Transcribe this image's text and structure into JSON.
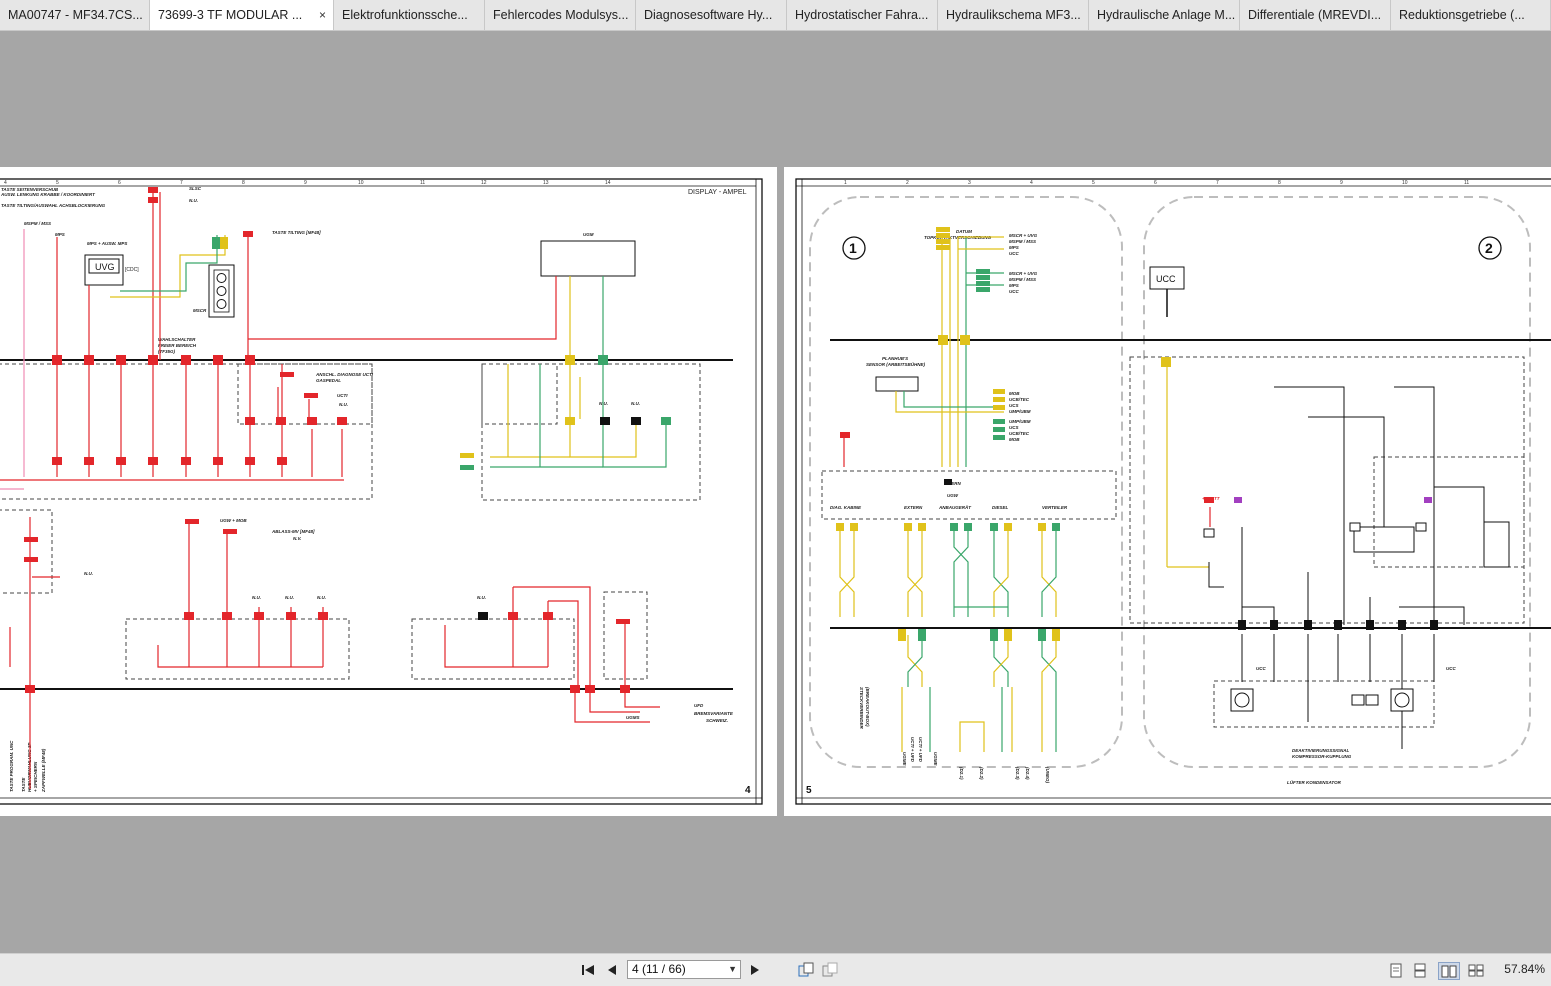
{
  "tabs": [
    {
      "label": "MA00747 - MF34.7CS...",
      "active": false
    },
    {
      "label": "73699-3 TF MODULAR ...",
      "active": true
    },
    {
      "label": "Elektrofunktionssche...",
      "active": false
    },
    {
      "label": "Fehlercodes Modulsys...",
      "active": false
    },
    {
      "label": "Diagnosesoftware Hy...",
      "active": false
    },
    {
      "label": "Hydrostatischer Fahra...",
      "active": false
    },
    {
      "label": "Hydraulikschema MF3...",
      "active": false
    },
    {
      "label": "Hydraulische Anlage M...",
      "active": false
    },
    {
      "label": "Differentiale (MREVDI...",
      "active": false
    },
    {
      "label": "Reduktionsgetriebe (...",
      "active": false
    }
  ],
  "close_glyph": "×",
  "left_page": {
    "header_title": "DISPLAY - AMPEL",
    "page_number": "4",
    "col_numbers": [
      "4",
      "5",
      "6",
      "7",
      "8",
      "9",
      "10",
      "11",
      "12",
      "13",
      "14"
    ],
    "labels": {
      "taste_seitenverschub": "TASTE SEITENVERSCHUB",
      "ausw_lenkung": "AUSW. LENKUNG KRABBE / KOORDINIERT",
      "taste_tilting": "TASTE TILTING/AUSWAHL ACHSBLOCKIERUNG",
      "mspm_mss": "MSPM / MSS",
      "mps": "MPS",
      "mps_ausw": "MPS + AUSW. MPS",
      "slsc": "SLSC",
      "nu1": "N.U.",
      "taste_tilting_mf": "TASTE TILTING [MF48]",
      "uvg": "UVG",
      "cdc": "[CDC]",
      "ugm": "UGM",
      "mscr": "MSCR",
      "wahlschalter1": "WAHLSCHALTER",
      "wahlschalter2": "FREIER BEREICH",
      "wahlschalter3": "(TF35G)",
      "anschl1": "ANSCHL. DIAGNOSE UCTI",
      "anschl2": "GASPEDAL",
      "ucti": "UCTI",
      "nu2": "N.U.",
      "nu3": "N.U.",
      "nu4": "N.U.",
      "ugw_mob": "UGW + MOB",
      "ablass1": "ABLASS-MV [MF48]",
      "ablass2": "N.V.",
      "nu5": "N.U.",
      "nu6": "N.U.",
      "nu7": "N.U.",
      "nu8": "N.U.",
      "nu9": "N.U.",
      "ufd": "UFD",
      "bremse1": "BREMSVARIANTE",
      "bremse2": "SCHWEIZ.",
      "ugms": "UGMS",
      "vert1": "TASTE PROGRAM. UNC",
      "vert2": "TASTE",
      "vert3": "HUBVORWAHLUNG 3P",
      "vert4": "+ SPEICHERN",
      "vert5": "ZAPFWELLE (MF48)"
    }
  },
  "right_page": {
    "page_number": "5",
    "col_numbers": [
      "1",
      "2",
      "3",
      "4",
      "5",
      "6",
      "7",
      "8",
      "9",
      "10",
      "11"
    ],
    "circle1": "1",
    "circle2": "2",
    "ucc": "UCC",
    "labels": {
      "datum1": "DATUM",
      "datum2": "TOPKONTAKTVERSCHIEBUNG",
      "mscr_uvg": "MSCR + UVG",
      "mspm_mss": "MSPM / MSS",
      "mps": "MPS",
      "ucc_l": "UCC",
      "mscr_uvg2": "MSCR + UVG",
      "mspm_mss2": "MSPM / MSS",
      "mps2": "MPS",
      "ucc_l2": "UCC",
      "planhub1": "PLANHUB'S",
      "planhub2": "SENSOR (ARBEITSBÜHNE)",
      "mob": "MOB",
      "ucb_tec": "UCB/TEC",
      "ucs": "UCS",
      "ump_ubm": "UMP/UBM",
      "umpubm2": "UMP/UBM",
      "ucs2": "UCS",
      "ucbtec2": "UCB/TEC",
      "mob2": "MOB",
      "intern": "INTERN",
      "ugw": "UGW",
      "dial_kabine": "DIAG. KABINE",
      "extern": "EXTERN",
      "anbaugeraet": "ANBAUGERÄT",
      "diesel": "DIESEL",
      "verteiler": "VERTEILER",
      "steckverbinder1": "STECKVERBINDER",
      "steckverbinder2": "(BREAKOUT-BOX)",
      "ugme": "UGME",
      "ucti_ufd": "UCTI + UFD",
      "ucti_ufd2": "UCTI + UFD",
      "ugme2": "UGME",
      "uneg": "(UNEG)",
      "deaktiv1": "DEAKTIVIERUNGSSIGNAL",
      "deaktiv2": "KOMPRESSOR-KUPPLUNG",
      "luefter": "LÜFTER KONDENSATOR",
      "ucc_s1": "UCC",
      "ucc_s2": "UCC",
      "mkf": "+UBATT",
      "n1": "(D2.1)",
      "n2": "(D2.2)",
      "n3": "(D2.3)",
      "n4": "(D2.4)"
    }
  },
  "statusbar": {
    "page_value": "4 (11 / 66)",
    "zoom": "57.84%"
  },
  "colors": {
    "red": "#e3262b",
    "yellow": "#e0c21a",
    "green": "#3aa66a",
    "pink": "#f18cb4",
    "purple": "#a23fc0",
    "black": "#111111",
    "dash": "#444444"
  }
}
